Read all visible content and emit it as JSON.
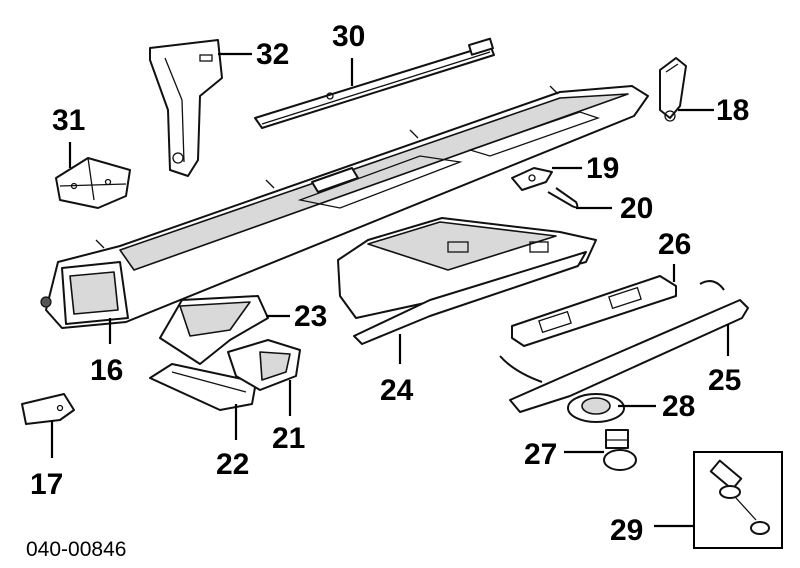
{
  "diagram_id": "040-00846",
  "callouts": {
    "c16": "16",
    "c17": "17",
    "c18": "18",
    "c19": "19",
    "c20": "20",
    "c21": "21",
    "c22": "22",
    "c23": "23",
    "c24": "24",
    "c25": "25",
    "c26": "26",
    "c27": "27",
    "c28": "28",
    "c29": "29",
    "c30": "30",
    "c31": "31",
    "c32": "32"
  }
}
